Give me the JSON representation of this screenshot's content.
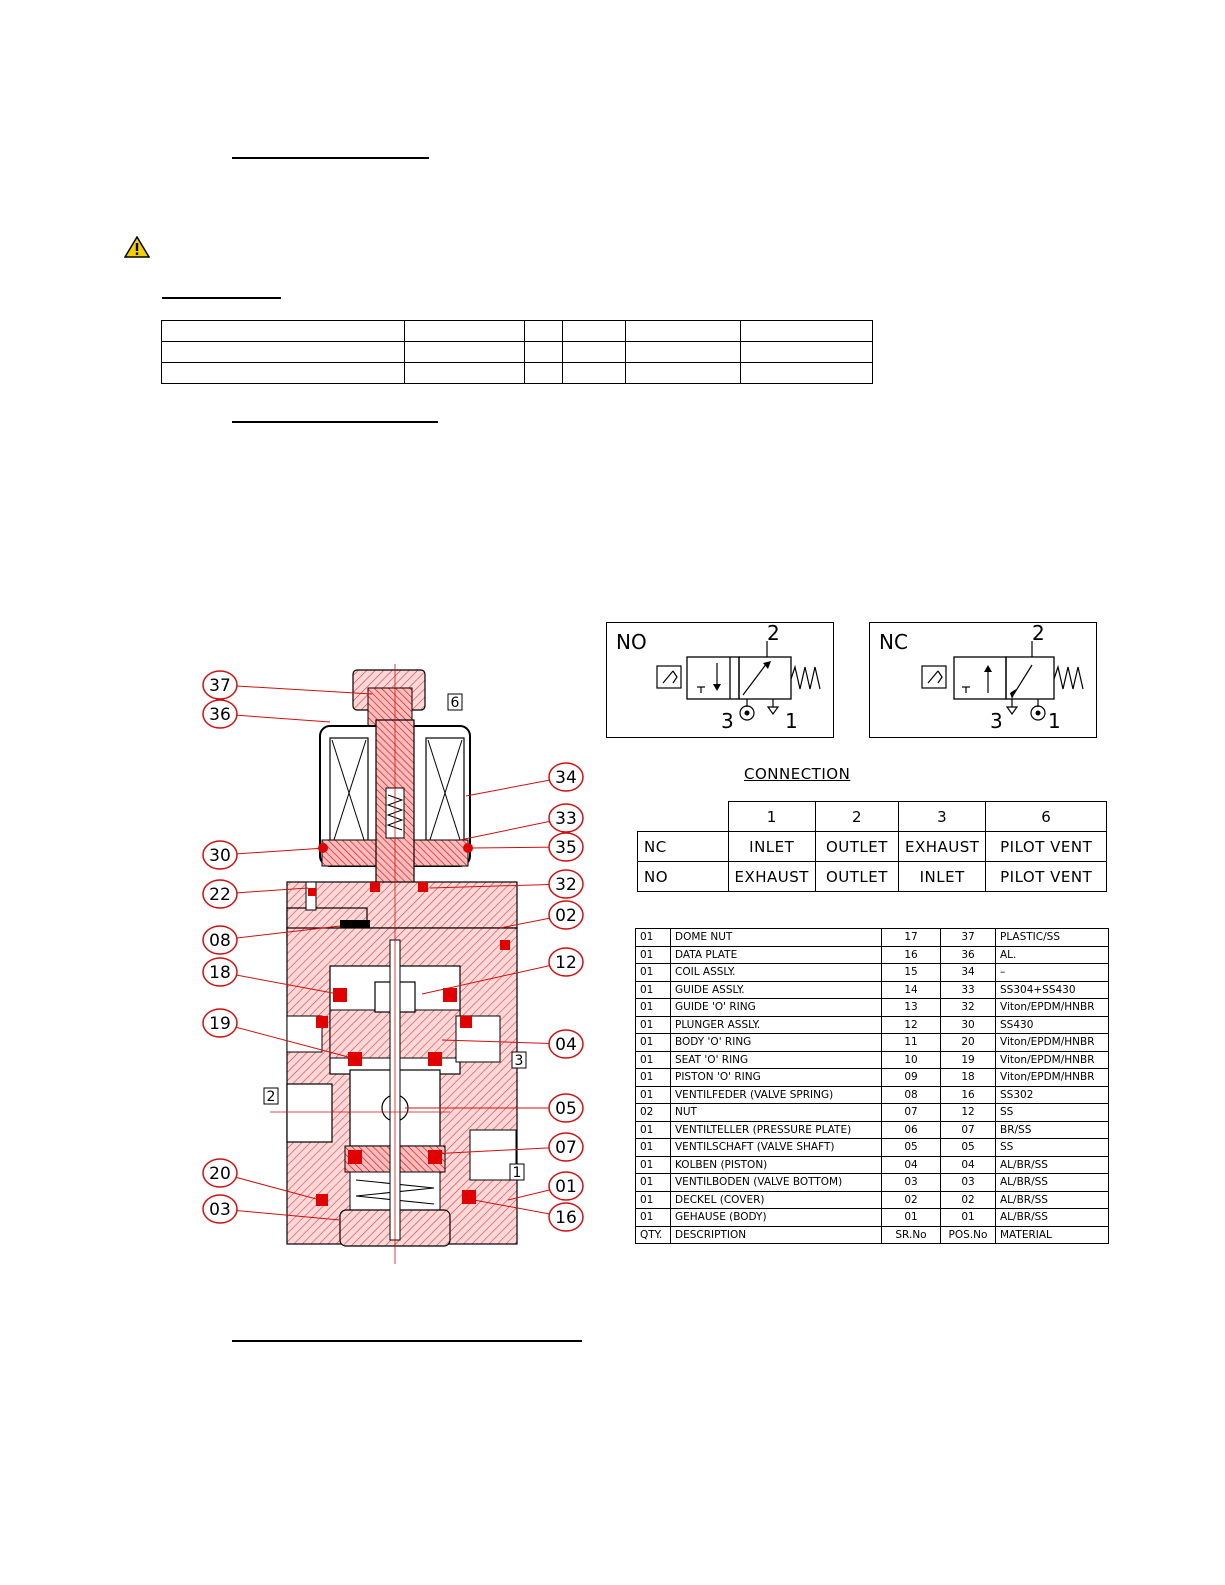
{
  "warning_icon": "warning-triangle-icon",
  "symbols": {
    "no": {
      "label": "NO",
      "port_2": "2",
      "port_3": "3",
      "port_1": "1"
    },
    "nc": {
      "label": "NC",
      "port_2": "2",
      "port_3": "3",
      "port_1": "1"
    }
  },
  "connection": {
    "title": "CONNECTION",
    "headers": [
      "1",
      "2",
      "3",
      "6"
    ],
    "rows": [
      {
        "type": "NC",
        "cells": [
          "INLET",
          "OUTLET",
          "EXHAUST",
          "PILOT VENT"
        ]
      },
      {
        "type": "NO",
        "cells": [
          "EXHAUST",
          "OUTLET",
          "INLET",
          "PILOT VENT"
        ]
      }
    ]
  },
  "parts": {
    "rows": [
      [
        "01",
        "DOME NUT",
        "17",
        "37",
        "PLASTIC/SS"
      ],
      [
        "01",
        "DATA PLATE",
        "16",
        "36",
        "AL."
      ],
      [
        "01",
        "COIL ASSLY.",
        "15",
        "34",
        "–"
      ],
      [
        "01",
        "GUIDE ASSLY.",
        "14",
        "33",
        "SS304+SS430"
      ],
      [
        "01",
        "GUIDE 'O' RING",
        "13",
        "32",
        "Viton/EPDM/HNBR"
      ],
      [
        "01",
        "PLUNGER ASSLY.",
        "12",
        "30",
        "SS430"
      ],
      [
        "01",
        "BODY 'O' RING",
        "11",
        "20",
        "Viton/EPDM/HNBR"
      ],
      [
        "01",
        "SEAT 'O' RING",
        "10",
        "19",
        "Viton/EPDM/HNBR"
      ],
      [
        "01",
        "PISTON 'O' RING",
        "09",
        "18",
        "Viton/EPDM/HNBR"
      ],
      [
        "01",
        "VENTILFEDER (VALVE SPRING)",
        "08",
        "16",
        "SS302"
      ],
      [
        "02",
        "NUT",
        "07",
        "12",
        "SS"
      ],
      [
        "01",
        "VENTILTELLER (PRESSURE PLATE)",
        "06",
        "07",
        "BR/SS"
      ],
      [
        "01",
        "VENTILSCHAFT (VALVE SHAFT)",
        "05",
        "05",
        "SS"
      ],
      [
        "01",
        "KOLBEN (PISTON)",
        "04",
        "04",
        "AL/BR/SS"
      ],
      [
        "01",
        "VENTILBODEN (VALVE BOTTOM)",
        "03",
        "03",
        "AL/BR/SS"
      ],
      [
        "01",
        "DECKEL (COVER)",
        "02",
        "02",
        "AL/BR/SS"
      ],
      [
        "01",
        "GEHAUSE (BODY)",
        "01",
        "01",
        "AL/BR/SS"
      ]
    ],
    "footer": [
      "QTY.",
      "DESCRIPTION",
      "SR.No",
      "POS.No",
      "MATERIAL"
    ]
  },
  "drawing": {
    "balloons_left": [
      "37",
      "36",
      "30",
      "22",
      "08",
      "18",
      "19",
      "20",
      "03"
    ],
    "balloons_right": [
      "34",
      "33",
      "35",
      "32",
      "02",
      "12",
      "04",
      "05",
      "07",
      "01",
      "16"
    ],
    "port_labels": [
      "6",
      "3",
      "2",
      "1"
    ]
  }
}
